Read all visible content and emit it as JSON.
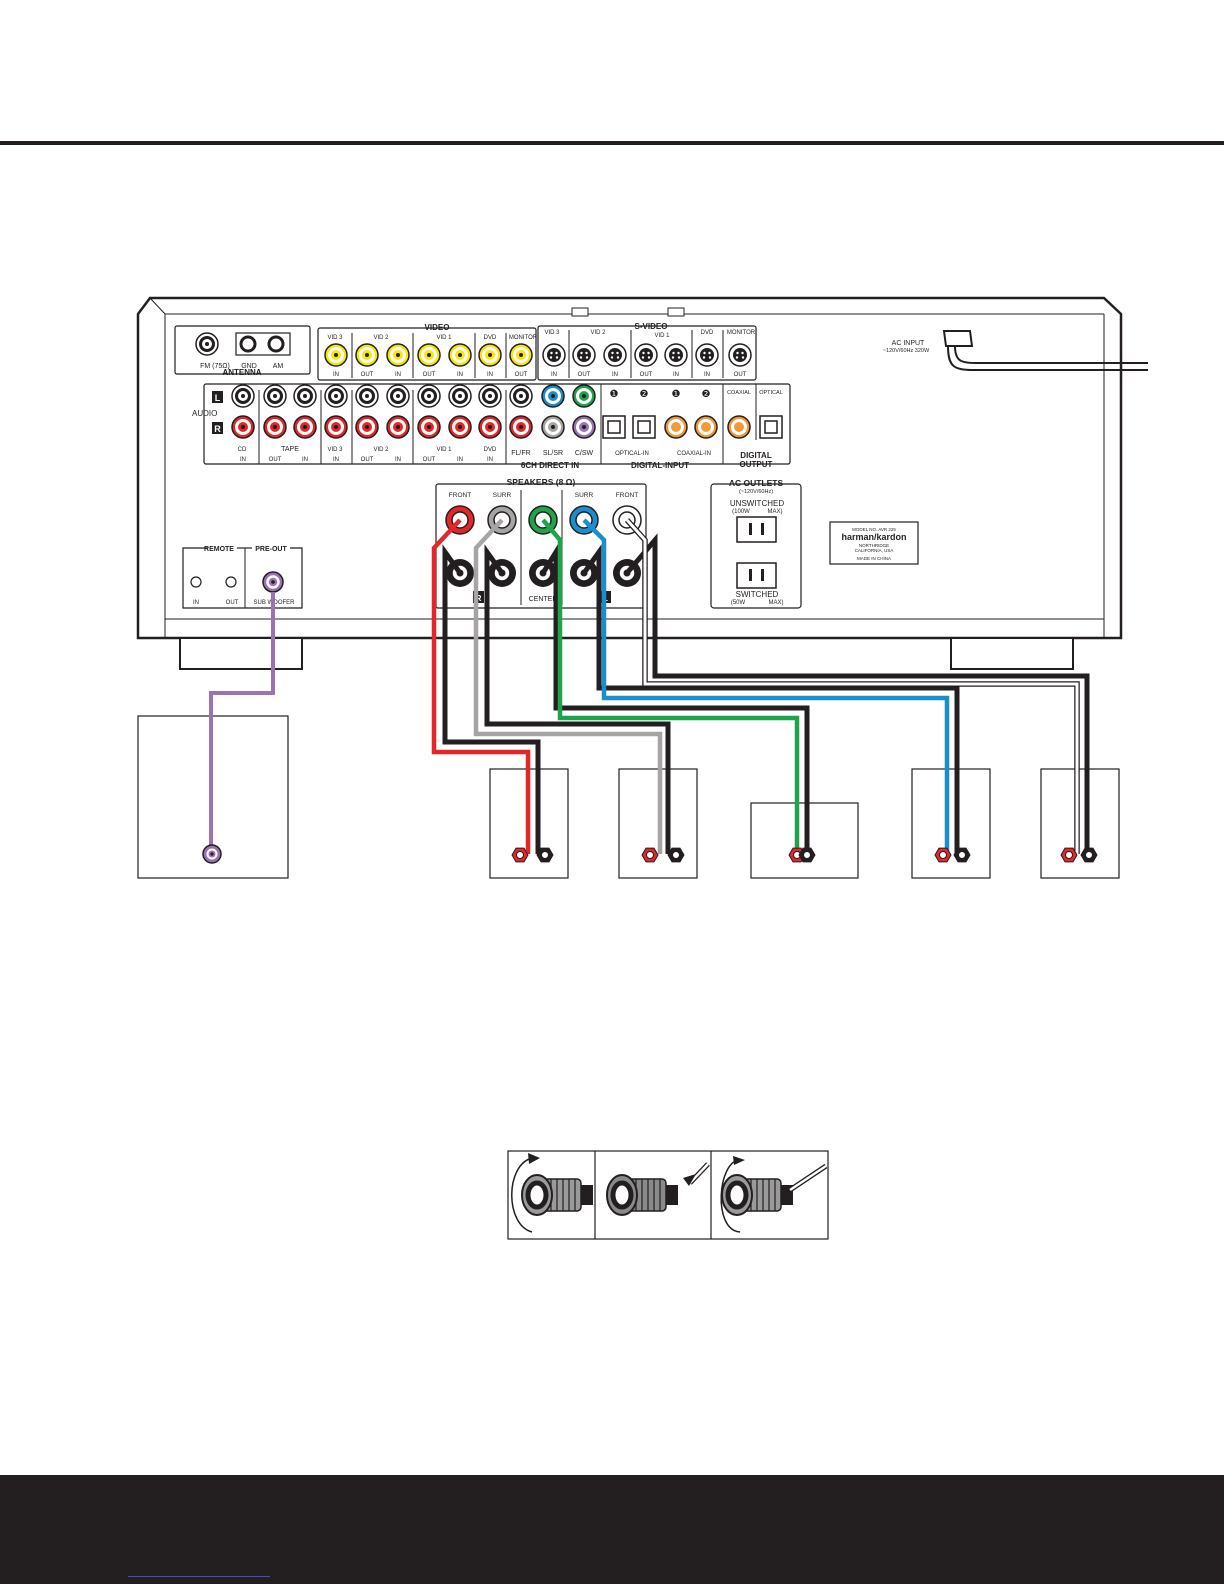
{
  "colors": {
    "red": "#e52629",
    "gray": "#a7a5a4",
    "green": "#1ea54b",
    "blue": "#1b8ed0",
    "white": "#ffffff",
    "yellow": "#ffe600",
    "purple": "#9b73b4",
    "orange": "#f29a3a",
    "black": "#231f20"
  },
  "antenna": {
    "fm": "FM (75Ω)",
    "gnd": "GND",
    "am": "AM",
    "title": "ANTENNA"
  },
  "video": {
    "title": "VIDEO",
    "groups": [
      "VID 3",
      "VID 2",
      "VID 1",
      "DVD",
      "MONITOR"
    ],
    "io": [
      "IN",
      "OUT",
      "IN",
      "OUT",
      "IN",
      "IN",
      "OUT"
    ]
  },
  "svideo": {
    "title": "S-VIDEO",
    "groups": [
      "VID 3",
      "VID 2",
      "VID 1",
      "DVD",
      "MONITOR"
    ],
    "io": [
      "IN",
      "OUT",
      "IN",
      "OUT",
      "IN",
      "IN",
      "OUT"
    ]
  },
  "audio": {
    "label": "AUDIO",
    "left": "L",
    "right": "R",
    "groups": [
      "CD",
      "TAPE",
      "VID 3",
      "VID 2",
      "VID 1",
      "DVD"
    ],
    "io": [
      "IN",
      "OUT",
      "IN",
      "IN",
      "OUT",
      "IN",
      "OUT",
      "IN",
      "IN"
    ]
  },
  "direct6ch": {
    "title": "6CH DIRECT IN",
    "fl_fr": "FL/FR",
    "sl_sr": "SL/SR",
    "c_sw": "C/SW"
  },
  "digital": {
    "one": "❶",
    "two": "❷",
    "optical_in": "OPTICAL-IN",
    "coaxial_in": "COAXIAL-IN",
    "input_title": "DIGITAL-INPUT",
    "coaxial": "COAXIAL",
    "optical": "OPTICAL",
    "output_l1": "DIGITAL",
    "output_l2": "OUTPUT"
  },
  "ac_input": {
    "l1": "AC INPUT",
    "l2": "~120V/60Hz 320W"
  },
  "speakers": {
    "title": "SPEAKERS (8 Ω)",
    "front": "FRONT",
    "surr": "SURR",
    "center": "CENTER",
    "r": "R",
    "l": "L"
  },
  "ac_outlets": {
    "title": "AC OUTLETS",
    "spec": "(~120V/60Hz)",
    "unswitched": "UNSWITCHED",
    "unswitched_spec": [
      "(100W",
      "MAX)"
    ],
    "switched": "SWITCHED",
    "switched_spec": [
      "(50W",
      "MAX)"
    ]
  },
  "label_plate": {
    "model": "MODEL NO. AVR 225",
    "brand": "harman/kardon",
    "city1": "NORTHRIDGE",
    "city2": "CALIFORNIA, USA",
    "made": "MADE IN CHINA"
  },
  "remote": {
    "title": "REMOTE",
    "in": "IN",
    "out": "OUT"
  },
  "preout": {
    "title": "PRE-OUT",
    "sub": "SUB WOOFER"
  }
}
